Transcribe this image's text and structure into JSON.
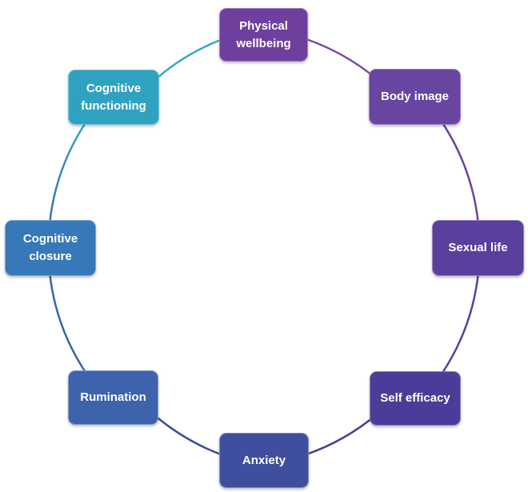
{
  "nodes": [
    {
      "id": "physical",
      "label": "Physical\nwellbeing",
      "color": "#6f3f9e"
    },
    {
      "id": "body-image",
      "label": "Body image",
      "color": "#6845a0"
    },
    {
      "id": "sexual-life",
      "label": "Sexual life",
      "color": "#5a3f9e"
    },
    {
      "id": "self-efficacy",
      "label": "Self efficacy",
      "color": "#4c3c9a"
    },
    {
      "id": "anxiety",
      "label": "Anxiety",
      "color": "#3f4f9e"
    },
    {
      "id": "rumination",
      "label": "Rumination",
      "color": "#3c63ab"
    },
    {
      "id": "closure",
      "label": "Cognitive\nclosure",
      "color": "#3678b8"
    },
    {
      "id": "functioning",
      "label": "Cognitive\nfunctioning",
      "color": "#2fa2c2"
    }
  ],
  "ring_colors": {
    "top_right": "#7a4aa6",
    "right": "#5b3f9c",
    "bottom": "#3d4d9c",
    "left": "#3a7fba",
    "top_left": "#3aa6c6"
  }
}
